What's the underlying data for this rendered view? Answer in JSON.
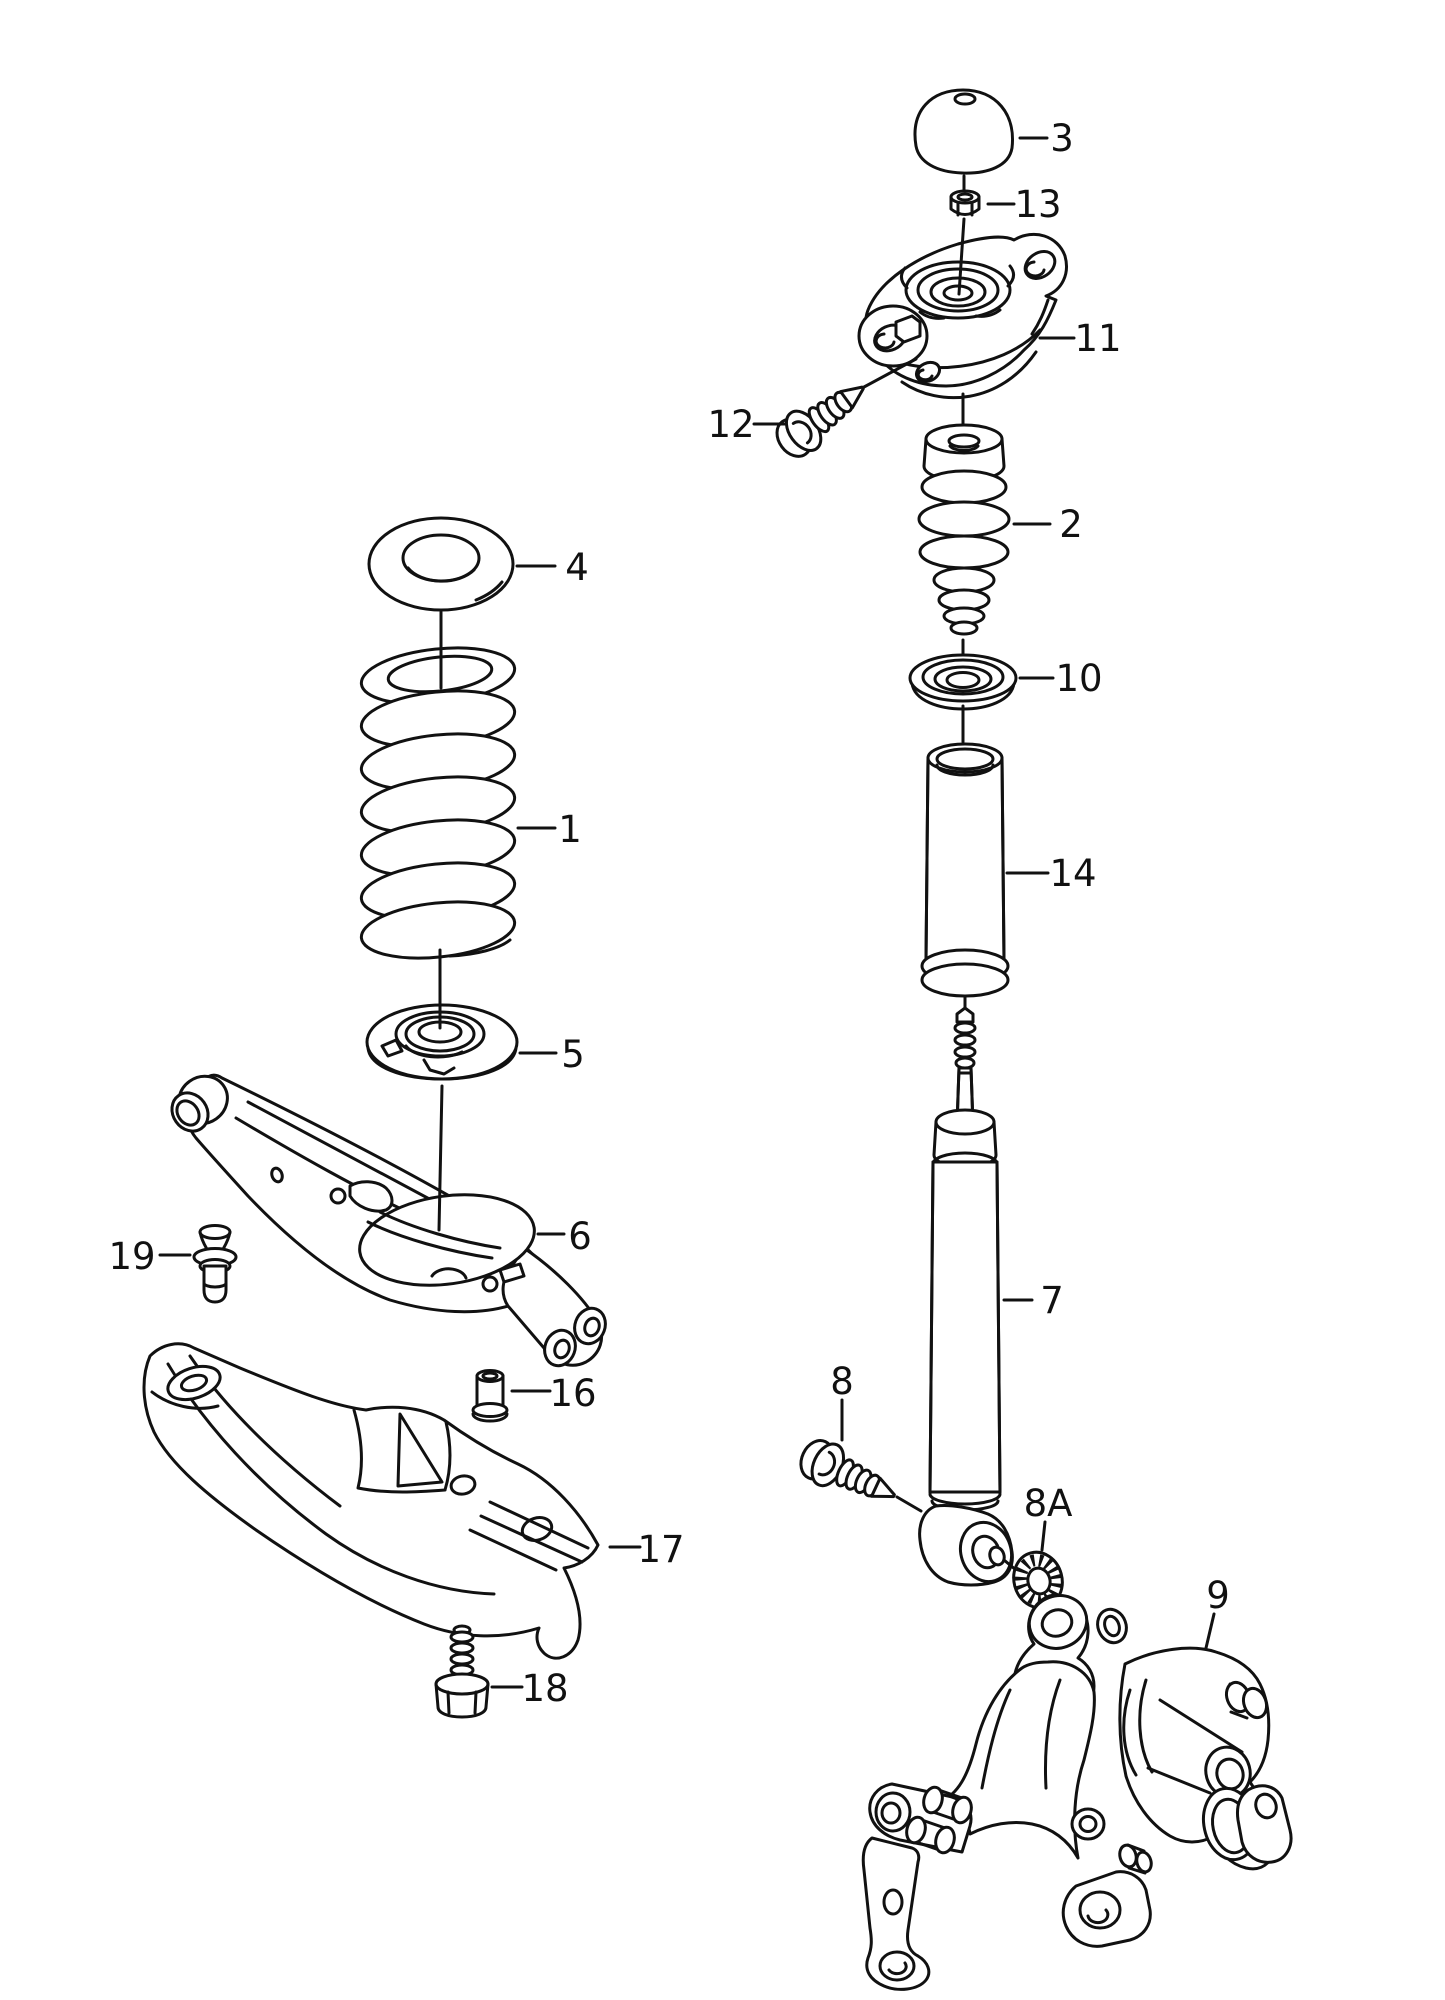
{
  "diagram": {
    "colors": {
      "background": "#ffffff",
      "line": "#111111"
    },
    "callouts": [
      {
        "num": "3"
      },
      {
        "num": "13"
      },
      {
        "num": "11"
      },
      {
        "num": "12"
      },
      {
        "num": "2"
      },
      {
        "num": "10"
      },
      {
        "num": "14"
      },
      {
        "num": "7"
      },
      {
        "num": "8"
      },
      {
        "num": "8A"
      },
      {
        "num": "9"
      },
      {
        "num": "4"
      },
      {
        "num": "1"
      },
      {
        "num": "5"
      },
      {
        "num": "6"
      },
      {
        "num": "19"
      },
      {
        "num": "16"
      },
      {
        "num": "17"
      },
      {
        "num": "18"
      }
    ]
  }
}
